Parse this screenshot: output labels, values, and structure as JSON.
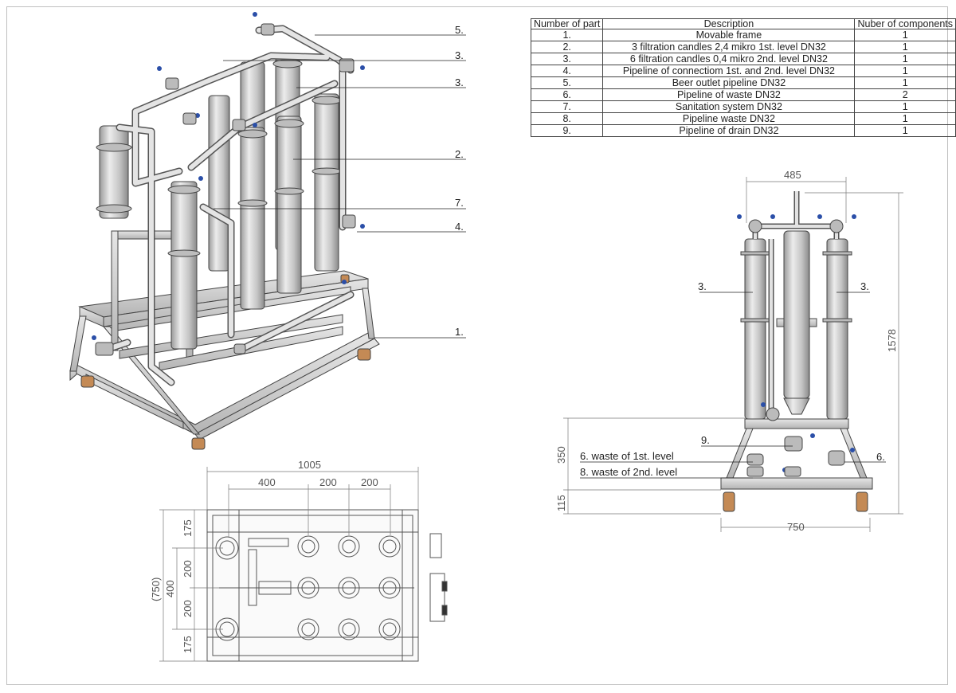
{
  "bom": {
    "headers": {
      "num": "Number of part",
      "desc": "Description",
      "count": "Nuber of components"
    },
    "rows": [
      {
        "num": "1.",
        "desc": "Movable frame",
        "count": "1"
      },
      {
        "num": "2.",
        "desc": "3 filtration candles 2,4 mikro 1st. level DN32",
        "count": "1"
      },
      {
        "num": "3.",
        "desc": "6 filtration candles 0,4 mikro 2nd. level DN32",
        "count": "1"
      },
      {
        "num": "4.",
        "desc": "Pipeline of connectiom 1st. and 2nd. level DN32",
        "count": "1"
      },
      {
        "num": "5.",
        "desc": "Beer outlet pipeline DN32",
        "count": "1"
      },
      {
        "num": "6.",
        "desc": "Pipeline of waste DN32",
        "count": "2"
      },
      {
        "num": "7.",
        "desc": "Sanitation system DN32",
        "count": "1"
      },
      {
        "num": "8.",
        "desc": "Pipeline waste DN32",
        "count": "1"
      },
      {
        "num": "9.",
        "desc": "Pipeline of drain DN32",
        "count": "1"
      }
    ]
  },
  "iso_callouts": {
    "c5": "5.",
    "c3a": "3.",
    "c3b": "3.",
    "c2": "2.",
    "c7": "7.",
    "c4": "4.",
    "c1": "1."
  },
  "top_view": {
    "width_total": "1005",
    "d400": "400",
    "d200a": "200",
    "d200b": "200",
    "h175a": "175",
    "h200a": "200",
    "h200b": "200",
    "h175b": "175",
    "h400": "400",
    "h750": "(750)"
  },
  "front_view": {
    "width_top": "485",
    "height_total": "1578",
    "h350": "350",
    "h115": "115",
    "width_base": "750",
    "lbl3l": "3.",
    "lbl3r": "3.",
    "lbl9": "9.",
    "lbl6": "6.",
    "waste1": "6. waste of 1st. level",
    "waste2": "8. waste of 2nd. level"
  },
  "colors": {
    "line": "#444444",
    "pipe": "#d2d2d2",
    "valve": "#2b4fa8",
    "wheel": "#b07848"
  }
}
